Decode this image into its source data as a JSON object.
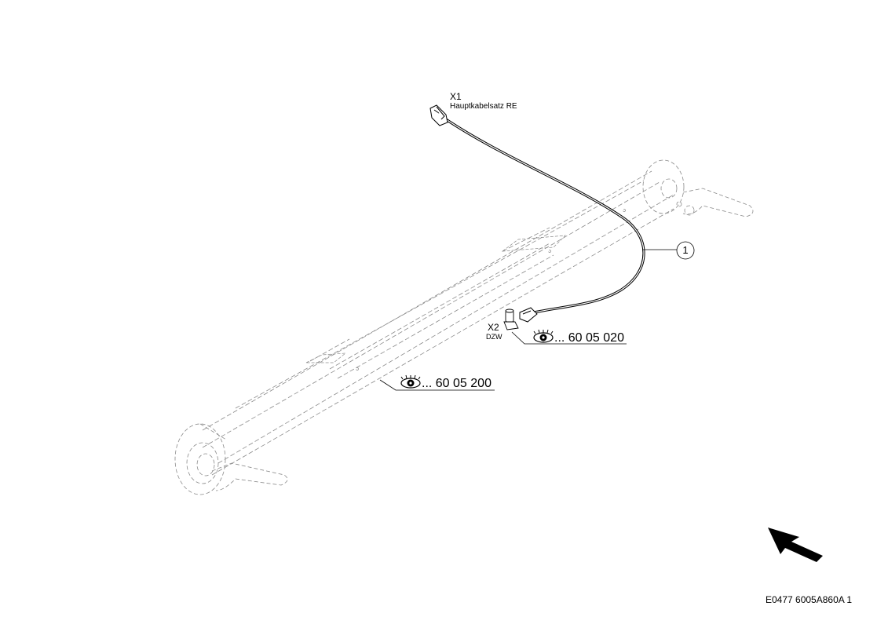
{
  "connector_x1": {
    "id": "X1",
    "label": "Hauptkabelsatz RE"
  },
  "connector_x2": {
    "id": "X2",
    "label": "DZW"
  },
  "item_number": "1",
  "refs": {
    "ref_sensor": "... 60 05 020",
    "ref_axle": "... 60 05 200"
  },
  "drawing_code": "E0477 6005A860A 1",
  "colors": {
    "line": "#000000",
    "hidden_line": "#888888"
  }
}
